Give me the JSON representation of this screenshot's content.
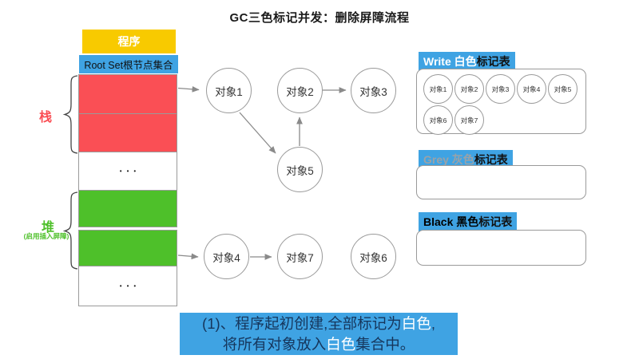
{
  "title": "GC三色标记并发：删除屏障流程",
  "memory": {
    "program_label": "程序",
    "root_set_label": "Root Set根节点集合",
    "ellipsis": "•••",
    "stack_label": "栈",
    "heap_label": "堆",
    "heap_sublabel": "(启用插入屏障)"
  },
  "graph": {
    "nodes": [
      "对象1",
      "对象2",
      "对象3",
      "对象4",
      "对象5",
      "对象6",
      "对象7"
    ]
  },
  "tables": {
    "white": {
      "prefix": "Write 白色",
      "suffix": "标记表",
      "items": [
        "对象1",
        "对象2",
        "对象3",
        "对象4",
        "对象5",
        "对象6",
        "对象7"
      ]
    },
    "grey": {
      "prefix": "Grey 灰色",
      "suffix": "标记表"
    },
    "black": {
      "prefix": "Black 黑色",
      "suffix": "标记表"
    }
  },
  "caption": {
    "line1_pre": "(1)、程序起初创建,全部标记为",
    "line1_hl": "白色",
    "line1_post": ",",
    "line2_pre": "将所有对象放入",
    "line2_hl": "白色",
    "line2_post": "集合中。"
  },
  "colors": {
    "blue": "#3fa3e3",
    "yellow": "#f8ca00",
    "red": "#fa4f55",
    "green": "#4ec02a",
    "grey_text": "#9aa2a8",
    "caption_text": "#16365c"
  }
}
